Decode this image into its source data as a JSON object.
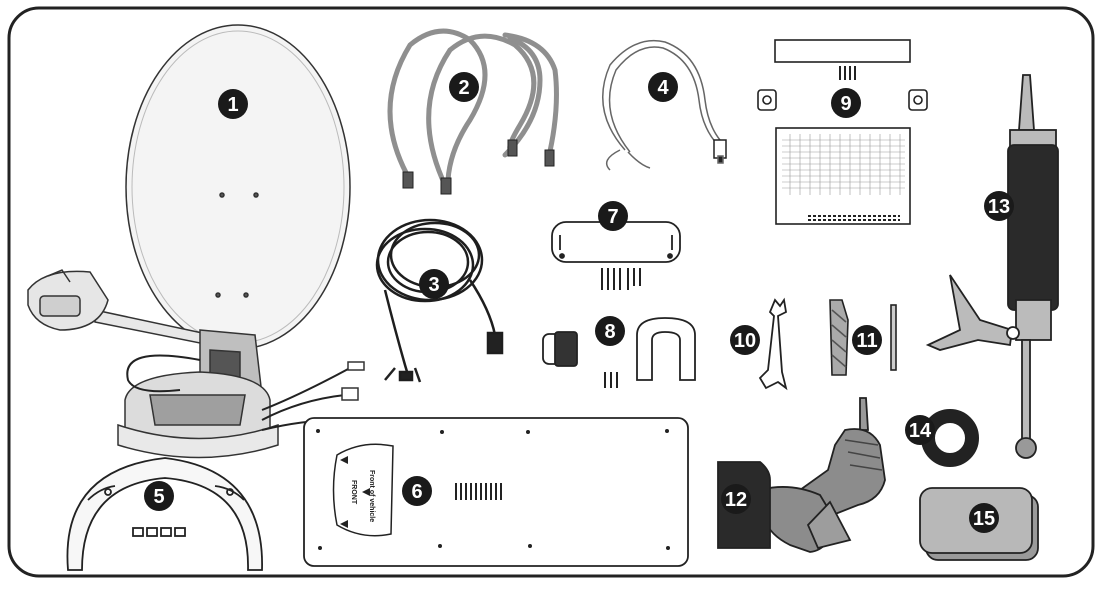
{
  "figure": {
    "items": [
      {
        "number": "1"
      },
      {
        "number": "2"
      },
      {
        "number": "3"
      },
      {
        "number": "4"
      },
      {
        "number": "5"
      },
      {
        "number": "6"
      },
      {
        "number": "7"
      },
      {
        "number": "8"
      },
      {
        "number": "9"
      },
      {
        "number": "10"
      },
      {
        "number": "11"
      },
      {
        "number": "12"
      },
      {
        "number": "13"
      },
      {
        "number": "14"
      },
      {
        "number": "15"
      }
    ],
    "plate_text": {
      "front_of_vehicle": "Front of vehicle",
      "front": "FRONT"
    },
    "colors": {
      "outline": "#222222",
      "badge": "#1a1a1a",
      "cable_gray": "#9a9a9a",
      "drill_gray": "#7a7a7a",
      "dark": "#2a2a2a"
    }
  }
}
